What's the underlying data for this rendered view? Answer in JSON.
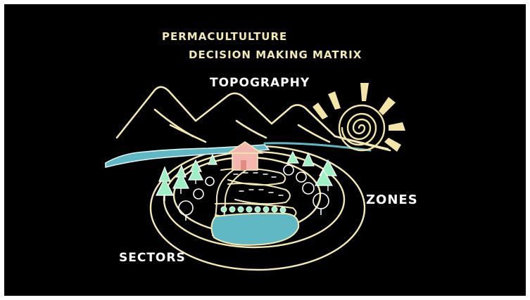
{
  "title_line1": "PERMACULTULTURE",
  "title_line2": "DECISION MAKING MATRIX",
  "labels": {
    "topography": "TOPOGRAPHY",
    "zones": "ZONES",
    "sectors": "SECTORS"
  },
  "colors": {
    "background": "#000000",
    "frame": "#ffffff",
    "chalk_outline": "#f3e9b4",
    "label_white": "#ffffff",
    "water": "#5fb8c4",
    "trees": "#9ef0c2",
    "house": "#f4b7b0",
    "sun": "#f3e4a8"
  },
  "icons": [
    "mountains",
    "sun",
    "river",
    "house",
    "pine-trees",
    "fruit-trees",
    "pond",
    "garden-beds",
    "zone-rings"
  ]
}
